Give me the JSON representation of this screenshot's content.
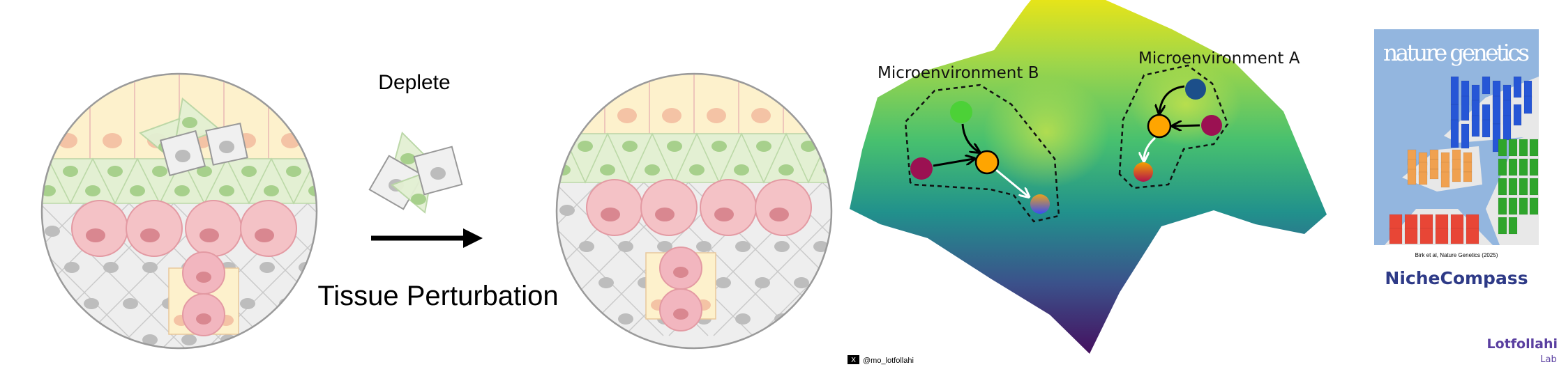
{
  "left_panel": {
    "deplete_label": "Deplete",
    "perturbation_label": "Tissue Perturbation"
  },
  "landscape": {
    "microenv_b_label": "Microenvironment B",
    "microenv_a_label": "Microenvironment A"
  },
  "social": {
    "icon": "x-logo-icon",
    "handle": "@mo_lotfollahi"
  },
  "cover": {
    "journal_title": "nature genetics",
    "citation": "Birk et al, Nature Genetics (2025)"
  },
  "logos": {
    "nichecompass": "NicheCompass",
    "lab_name": "Lotfollahi",
    "lab_suffix": "Lab"
  },
  "colors": {
    "yellow_cell": "#fdf1cc",
    "green_cell": "#e3f0d3",
    "pink_cell": "#f4c2c6",
    "gray_cell": "#eeeeee",
    "node_orange": "#ffa500",
    "node_green": "#4cd137",
    "node_maroon": "#9b1152",
    "node_blue": "#1c4f8a",
    "brand_navy": "#2e3a87",
    "lab_purple": "#5a3fa0"
  }
}
